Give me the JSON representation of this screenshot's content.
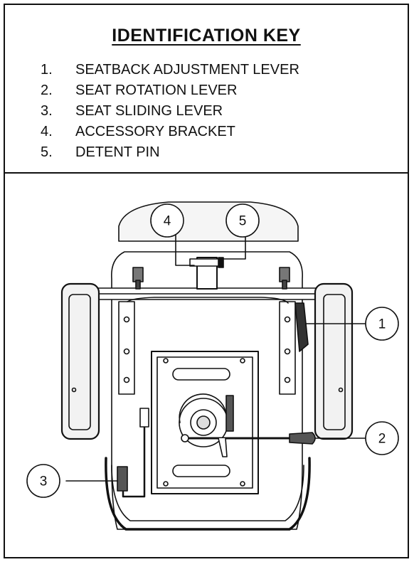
{
  "key": {
    "title": "IDENTIFICATION KEY",
    "items": [
      {
        "number": "1.",
        "label": "SEATBACK ADJUSTMENT LEVER"
      },
      {
        "number": "2.",
        "label": "SEAT ROTATION LEVER"
      },
      {
        "number": "3.",
        "label": "SEAT SLIDING LEVER"
      },
      {
        "number": "4.",
        "label": "ACCESSORY BRACKET"
      },
      {
        "number": "5.",
        "label": "DETENT PIN"
      }
    ]
  },
  "callouts": [
    {
      "id": "1",
      "label": "1"
    },
    {
      "id": "2",
      "label": "2"
    },
    {
      "id": "3",
      "label": "3"
    },
    {
      "id": "4",
      "label": "4"
    },
    {
      "id": "5",
      "label": "5"
    }
  ],
  "colors": {
    "line": "#111111",
    "background": "#ffffff",
    "fill_light": "#f2f2f2"
  }
}
